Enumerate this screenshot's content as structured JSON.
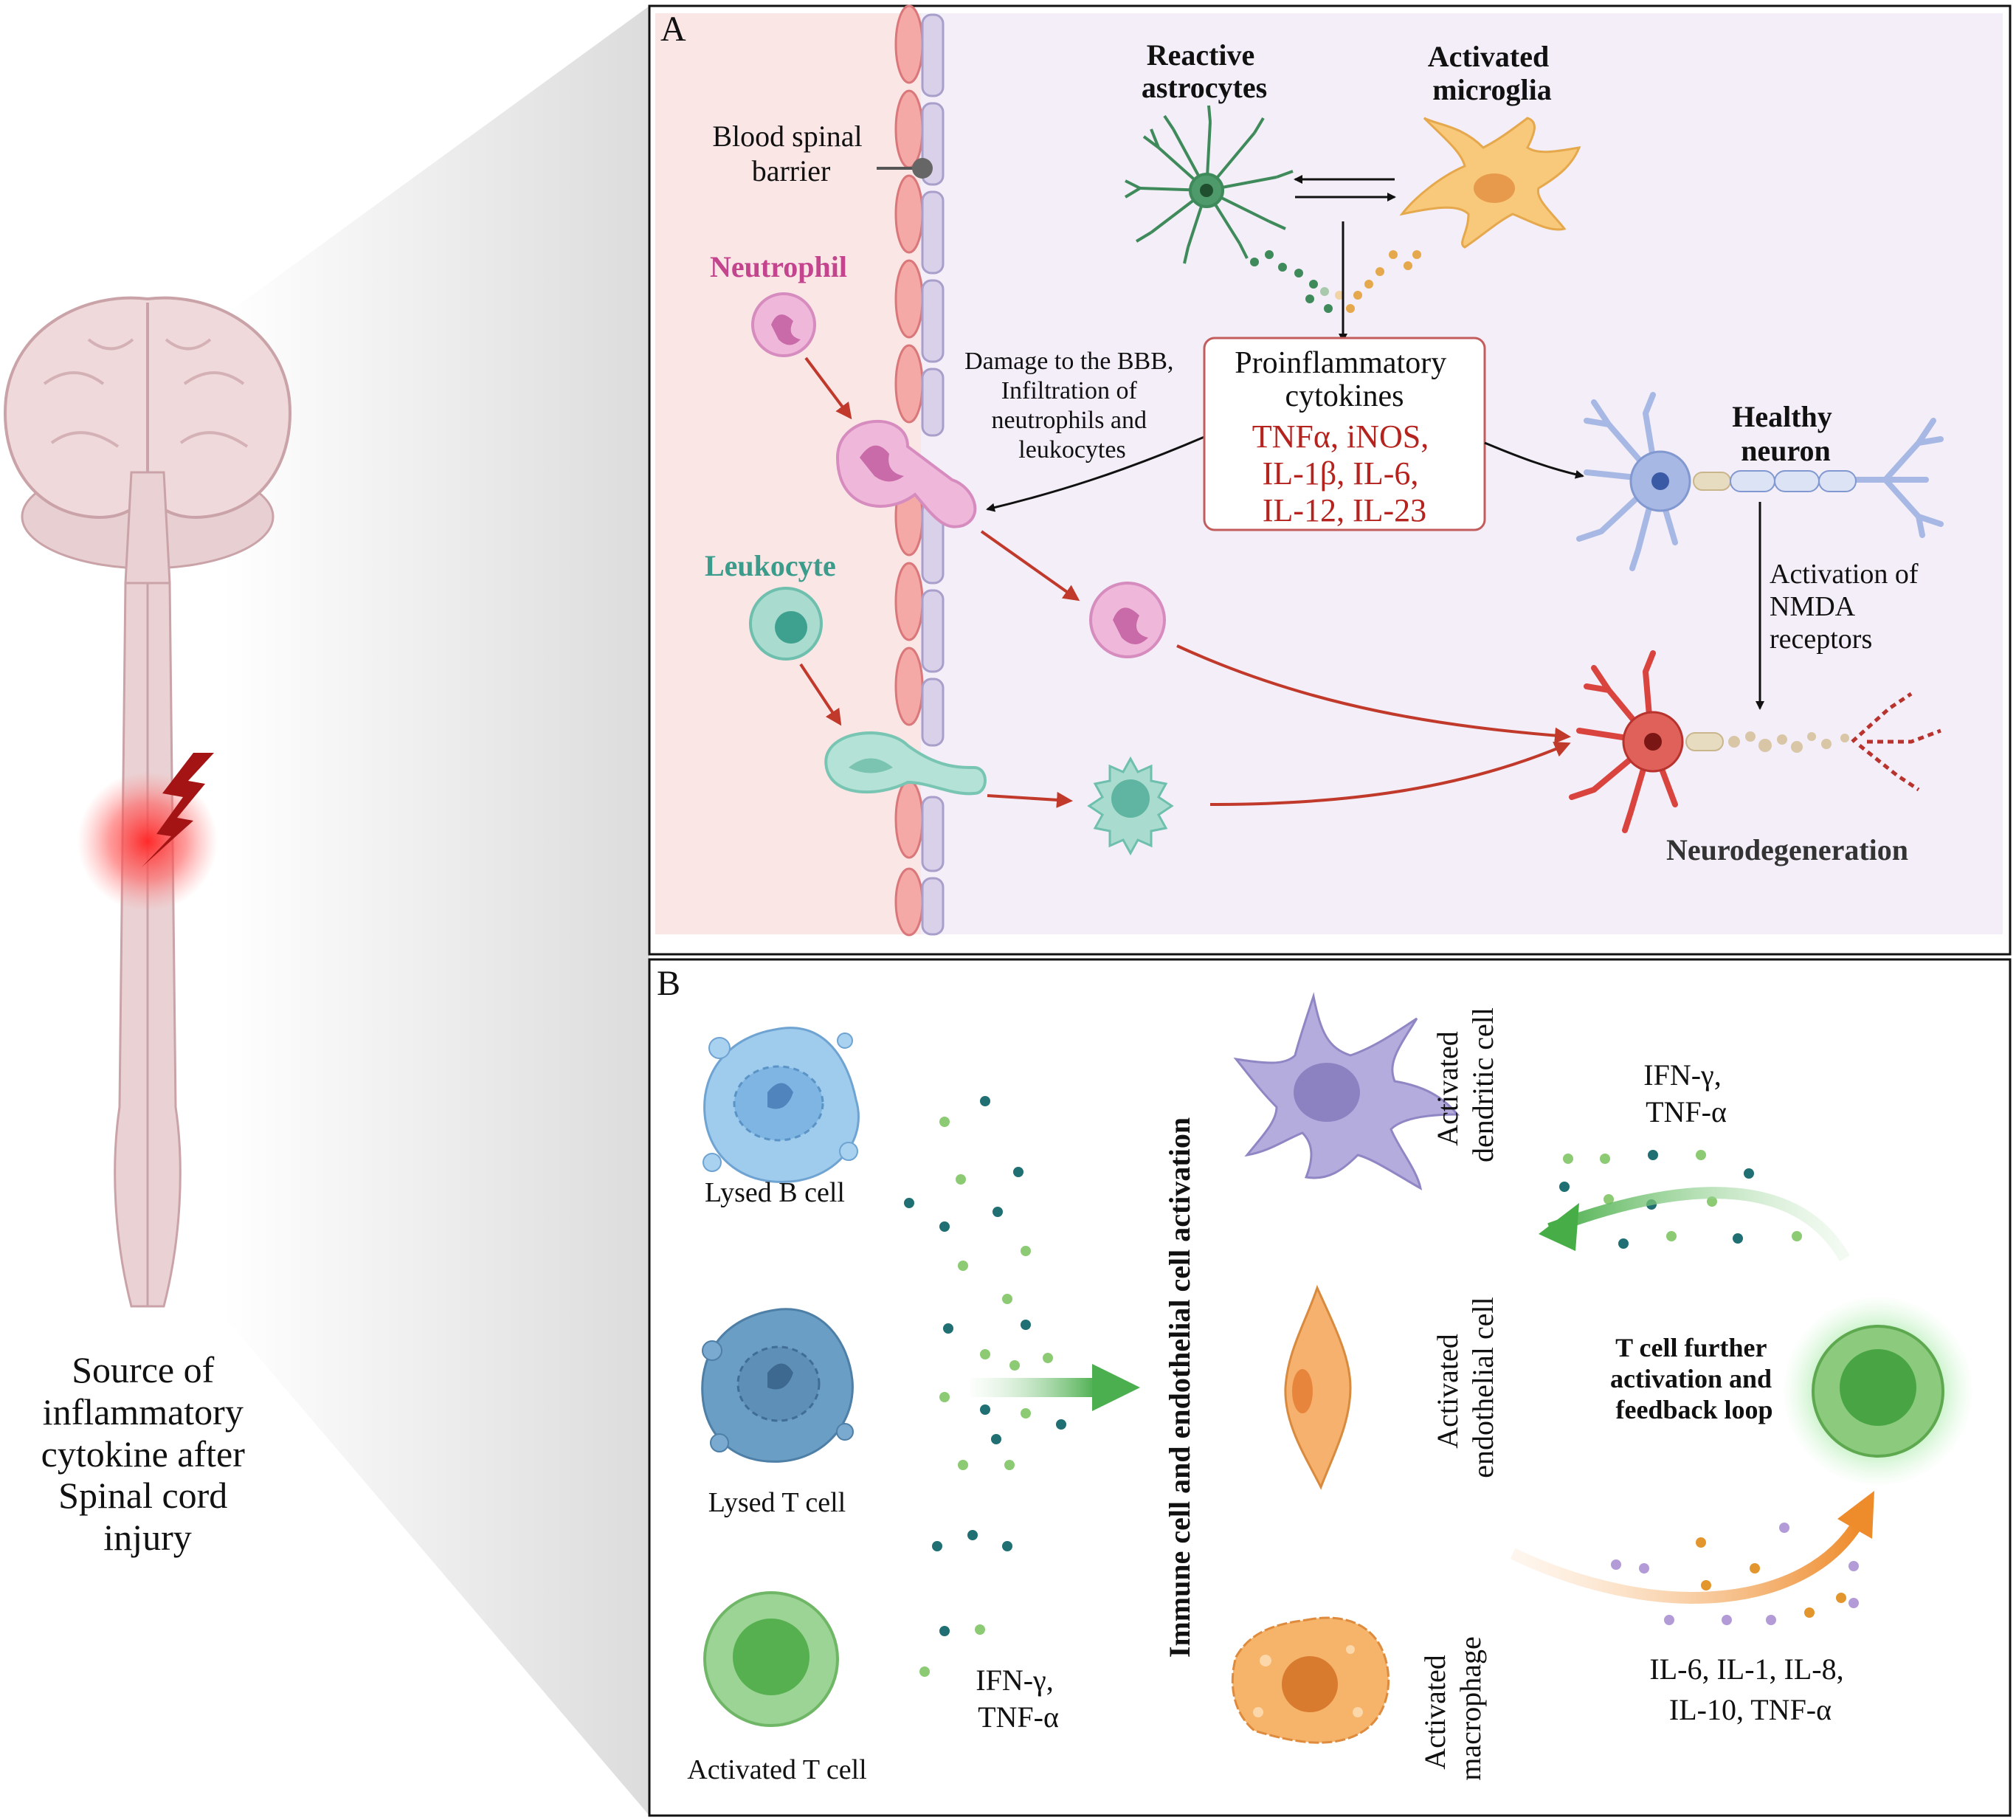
{
  "left": {
    "caption": [
      "Source of",
      "inflammatory",
      "cytokine after",
      "Spinal cord",
      "injury"
    ]
  },
  "panel_a": {
    "letter": "A",
    "bsb_label": [
      "Blood spinal",
      "barrier"
    ],
    "neutrophil_label": "Neutrophil",
    "leukocyte_label": "Leukocyte",
    "astrocytes_label": [
      "Reactive",
      "astrocytes"
    ],
    "microglia_label": [
      "Activated",
      "microglia"
    ],
    "damage_label": [
      "Damage to the BBB,",
      "Infiltration of",
      "neutrophils and",
      "leukocytes"
    ],
    "cytokines_title": [
      "Proinflammatory",
      "cytokines"
    ],
    "cytokines_list": [
      "TNFα, iNOS,",
      "IL-1β, IL-6,",
      "IL-12, IL-23"
    ],
    "healthy_neuron_label": [
      "Healthy",
      "neuron"
    ],
    "nmda_label": [
      "Activation of",
      "NMDA",
      "receptors"
    ],
    "neurodegeneration_label": "Neurodegeneration"
  },
  "panel_b": {
    "letter": "B",
    "lysed_b_label": "Lysed B cell",
    "lysed_t_label": "Lysed T cell",
    "activated_t_label": "Activated T cell",
    "left_cytokines": [
      "IFN-γ,",
      "TNF-α"
    ],
    "vertical_title": "Immune cell and endothelial cell activation",
    "dendritic_label": [
      "Activated",
      "dendritic cell"
    ],
    "endothelial_label": [
      "Activated",
      "endothelial cell"
    ],
    "macrophage_label": [
      "Activated",
      "macrophage"
    ],
    "top_right_cytokines": [
      "IFN-γ,",
      "TNF-α"
    ],
    "feedback_label": [
      "T cell further",
      "activation and",
      "feedback loop"
    ],
    "bottom_right_cytokines": [
      "IL-6, IL-1, IL-8,",
      "IL-10, TNF-α"
    ]
  },
  "colors": {
    "blood_bg": "#fbe6e6",
    "tissue_bg": "#f3eef7",
    "neutrophil": "#e9a6cf",
    "leukocyte": "#8fd1c4",
    "astrocyte": "#3f8a5a",
    "microglia": "#f7c777",
    "healthy_neuron": "#a7b8e4",
    "degenerating_neuron": "#d9443f",
    "cytokine_text": "#b5231f",
    "green_arrow": "#4caf4f",
    "orange_arrow": "#ee8b2b",
    "dendritic": "#b2a8dc",
    "macrophage": "#f3a95c"
  }
}
